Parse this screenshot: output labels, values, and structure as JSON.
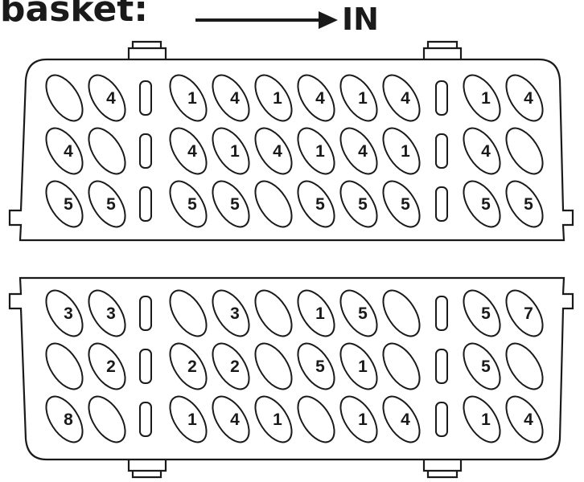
{
  "title": "basket:",
  "direction_label": "IN",
  "colors": {
    "line": "#1a1a1a",
    "background": "#ffffff"
  },
  "upper_basket": {
    "rows": [
      [
        "",
        "4",
        "1",
        "4",
        "1",
        "4",
        "1",
        "4",
        "1",
        "4"
      ],
      [
        "4",
        "",
        "4",
        "1",
        "4",
        "1",
        "4",
        "1",
        "4",
        ""
      ],
      [
        "5",
        "5",
        "5",
        "5",
        "",
        "5",
        "5",
        "5",
        "5",
        "5"
      ]
    ]
  },
  "lower_basket": {
    "rows": [
      [
        "3",
        "3",
        "",
        "3",
        "",
        "1",
        "5",
        "",
        "5",
        "7"
      ],
      [
        "",
        "2",
        "2",
        "2",
        "",
        "5",
        "1",
        "",
        "5",
        ""
      ],
      [
        "8",
        "",
        "1",
        "4",
        "1",
        "",
        "1",
        "4",
        "1",
        "4"
      ]
    ]
  }
}
